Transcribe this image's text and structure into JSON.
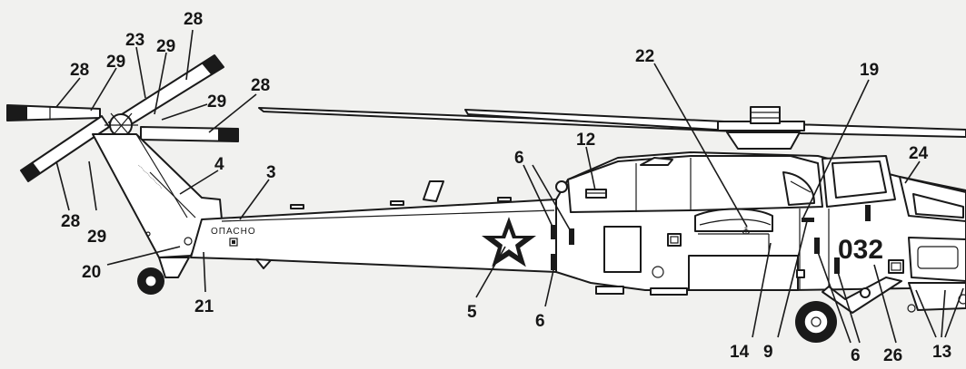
{
  "diagram": {
    "tail_number": "032",
    "stencil_text": "ОПАСНО",
    "boom_text": "......................"
  },
  "callouts": [
    {
      "id": "c28a",
      "label": "28"
    },
    {
      "id": "c28b",
      "label": "28"
    },
    {
      "id": "c28c",
      "label": "28"
    },
    {
      "id": "c28d",
      "label": "28"
    },
    {
      "id": "c29a",
      "label": "29"
    },
    {
      "id": "c29b",
      "label": "29"
    },
    {
      "id": "c29c",
      "label": "29"
    },
    {
      "id": "c29d",
      "label": "29"
    },
    {
      "id": "c23",
      "label": "23"
    },
    {
      "id": "c4",
      "label": "4"
    },
    {
      "id": "c3",
      "label": "3"
    },
    {
      "id": "c20",
      "label": "20"
    },
    {
      "id": "c21",
      "label": "21"
    },
    {
      "id": "c5",
      "label": "5"
    },
    {
      "id": "c6a",
      "label": "6"
    },
    {
      "id": "c6b",
      "label": "6"
    },
    {
      "id": "c6c",
      "label": "6"
    },
    {
      "id": "c12",
      "label": "12"
    },
    {
      "id": "c22",
      "label": "22"
    },
    {
      "id": "c19",
      "label": "19"
    },
    {
      "id": "c24",
      "label": "24"
    },
    {
      "id": "c14",
      "label": "14"
    },
    {
      "id": "c9",
      "label": "9"
    },
    {
      "id": "c26",
      "label": "26"
    },
    {
      "id": "c13",
      "label": "13"
    }
  ]
}
